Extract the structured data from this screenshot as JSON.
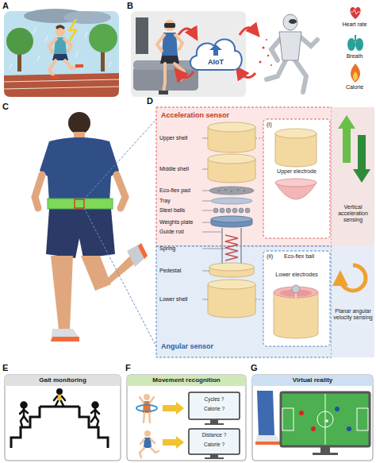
{
  "diagram": {
    "nodes": [
      {
        "text": [
          "AIoT"
        ]
      },
      {
        "text": [
          "Acceleration sensor"
        ]
      },
      {
        "text": [
          "(i)",
          "Upper electrode"
        ],
        "in": 1
      },
      {
        "text": [
          "Vertical acceleration sensing"
        ]
      },
      {
        "text": [
          "Angular sensor"
        ]
      },
      {
        "text": [
          "(ii)",
          "Eco-flex ball",
          "Lower electrodes"
        ],
        "in": 4
      },
      {
        "text": [
          "Planar angular velocity sensing"
        ]
      },
      {
        "text": [
          "Gait monitoring"
        ]
      },
      {
        "text": [
          "Movement recognition"
        ]
      },
      {
        "text": [
          "Cycles ?",
          "Calorie ?"
        ],
        "in": 8
      },
      {
        "text": [
          "Distance ?",
          "Calorie ?"
        ],
        "in": 8
      },
      {
        "text": [
          "Virtual reality"
        ]
      }
    ],
    "labels": [
      "A",
      "B",
      "Heart rate",
      "Breath",
      "Calorie",
      "C",
      "D",
      "Upper shell",
      "Middle shell",
      "Eco-flex pad",
      "Tray",
      "Steel balls",
      "Weights plate",
      "Guide rod",
      "Spring",
      "Pedestal",
      "Lower shell",
      "E",
      "F",
      "G"
    ]
  }
}
